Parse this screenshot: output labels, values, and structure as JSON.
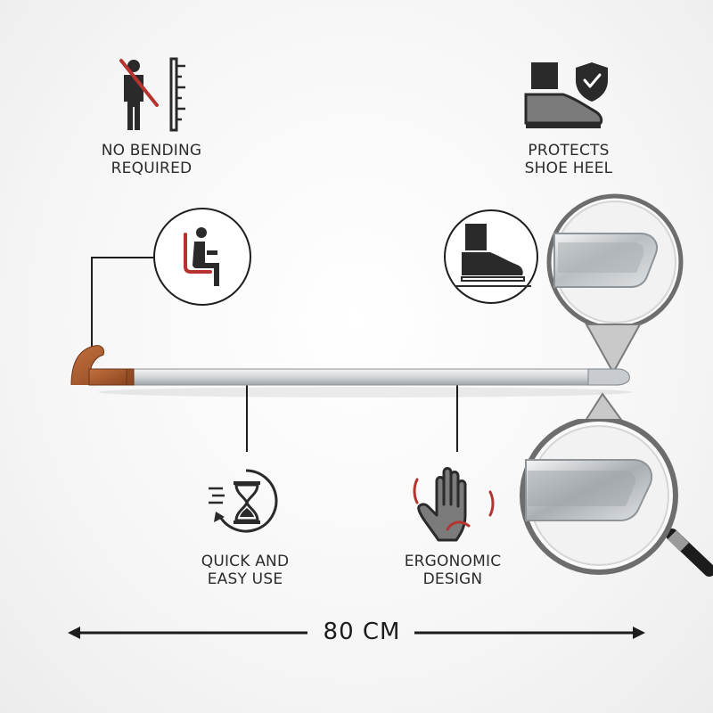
{
  "features": {
    "no_bending": {
      "line1": "NO BENDING",
      "line2": "REQUIRED",
      "icon": "no-bending-person-icon"
    },
    "protects_heel": {
      "line1": "PROTECTS",
      "line2": "SHOE HEEL",
      "icon": "shoe-shield-icon"
    },
    "quick_easy": {
      "line1": "QUICK AND",
      "line2": "EASY USE",
      "icon": "hourglass-icon"
    },
    "ergonomic": {
      "line1": "ERGONOMIC",
      "line2": "DESIGN",
      "icon": "hand-icon"
    }
  },
  "measurement": {
    "label": "80 CM"
  },
  "colors": {
    "accent_red": "#b5342f",
    "handle_brown": "#a4582c",
    "icon_dark": "#2a2a2a",
    "icon_grey": "#7b7b7b",
    "metal_light": "#e6e8ea",
    "metal_dark": "#9ea3a8"
  }
}
